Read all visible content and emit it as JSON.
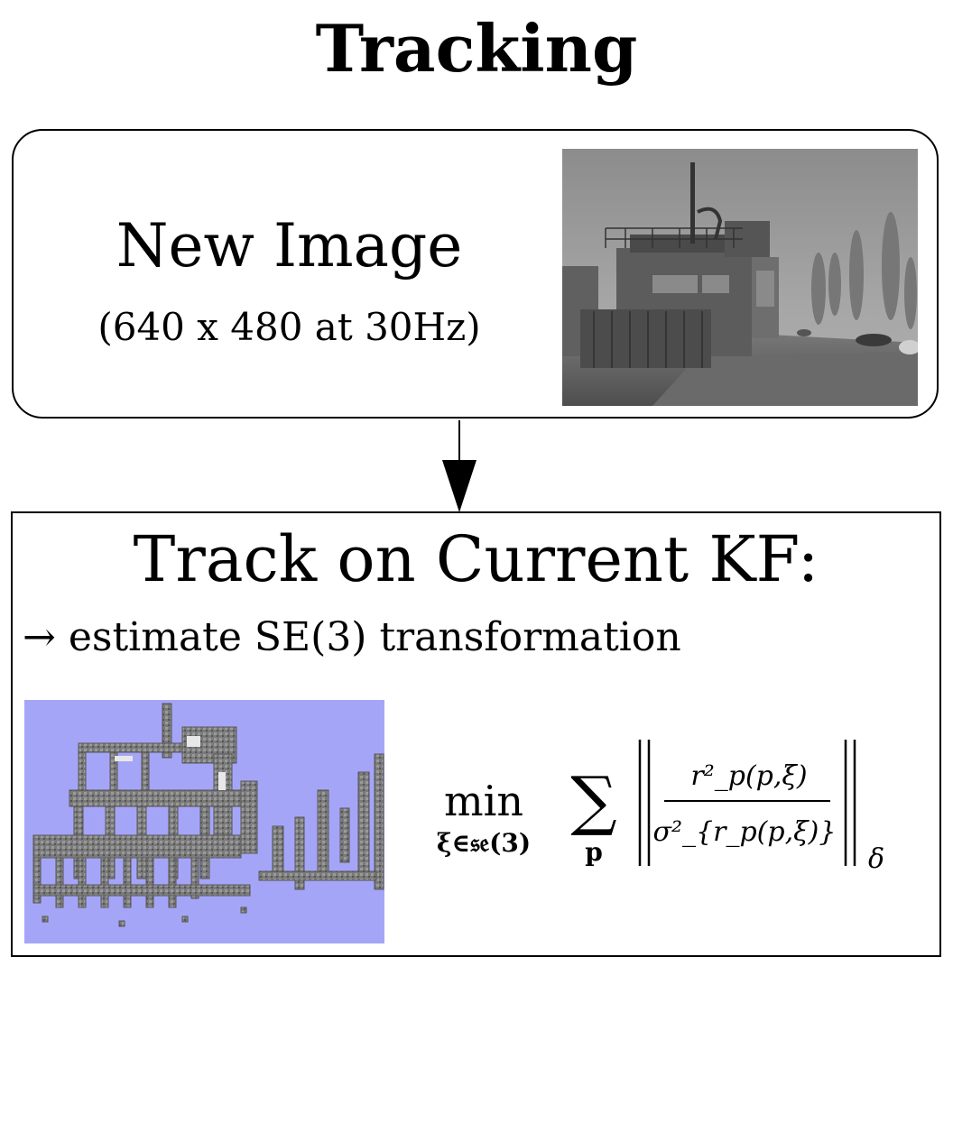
{
  "title": "Tracking",
  "input_box": {
    "label": "New Image",
    "sublabel": "(640 x 480 at 30Hz)",
    "image_icon": "grayscale-camera-photo"
  },
  "connector": {
    "icon": "down-arrow"
  },
  "tracking_box": {
    "heading": "Track on Current KF:",
    "estimate_line": "→ estimate SE(3) transformation",
    "depth_image_icon": "semi-dense-depth-map",
    "formula": {
      "operator": "min",
      "operator_subscript": "ξ∈𝔰𝔢(3)",
      "sum_symbol": "∑",
      "sum_subscript": "p",
      "numerator": "r²_p(p,ξ)",
      "denominator": "σ²_{r_p(p,ξ)}",
      "norm_subscript": "δ"
    }
  }
}
